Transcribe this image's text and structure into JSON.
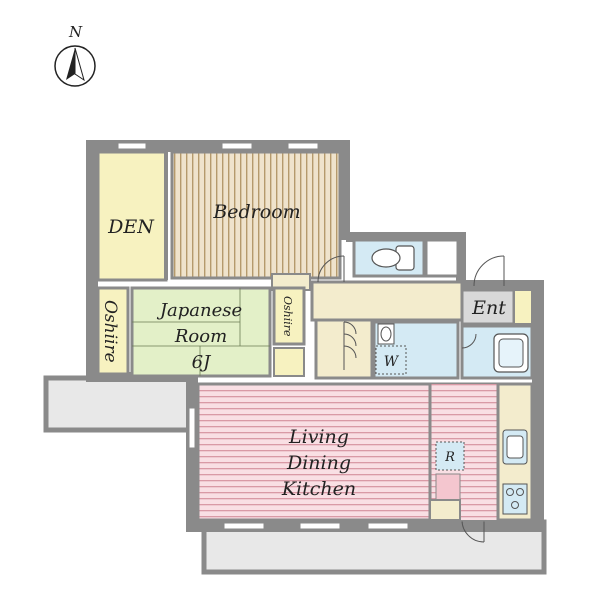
{
  "compass": {
    "label": "N",
    "icon": "north-arrow-icon"
  },
  "rooms": {
    "den": "DEN",
    "bedroom": "Bedroom",
    "japanese_room": {
      "line1": "Japanese",
      "line2": "Room",
      "line3": "6J"
    },
    "oshiire_left": "Oshiire",
    "oshiire_small": "Oshiire",
    "entrance": "Ent",
    "washer": "W",
    "refrigerator": "R",
    "ldk": {
      "line1": "Living",
      "line2": "Dining",
      "line3": "Kitchen"
    }
  },
  "colors": {
    "wall": "#8a8a8a",
    "den_floor": "#f7f2c0",
    "bedroom_floor": "#efe3cc",
    "bedroom_stripe": "#b59a6c",
    "japanese_floor": "#e3f0c8",
    "hall_floor": "#f3eccd",
    "wet_area": "#d4eaf4",
    "ldk_floor": "#f9dfe4",
    "ldk_stripe": "#d99aa6",
    "entrance_floor": "#d9d9d9",
    "balcony": "#e8e8e8"
  },
  "icons": [
    "north-arrow-icon",
    "toilet-icon",
    "washbasin-icon",
    "bathtub-icon",
    "sink-icon",
    "stove-icon"
  ]
}
